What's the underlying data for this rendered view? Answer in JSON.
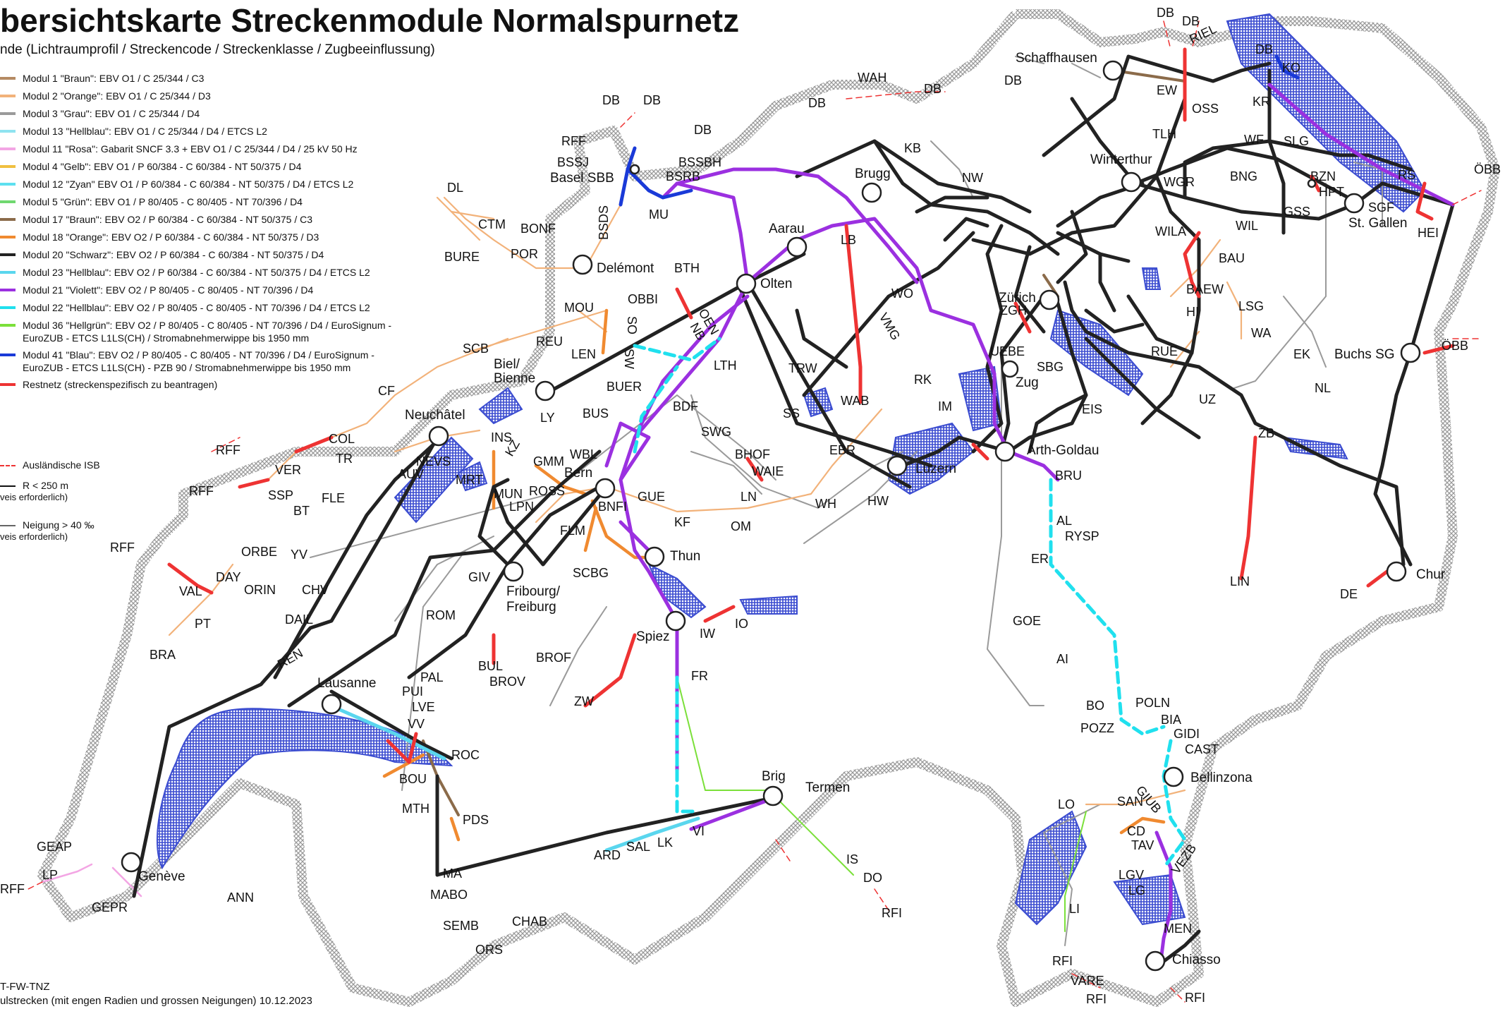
{
  "title": "bersichtskarte Streckenmodule Normalspurnetz",
  "subtitle": "nde (Lichtraumprofil / Streckencode / Streckenklasse / Zugbeeinflussung)",
  "legend": [
    {
      "label": "Modul 1 \"Braun\": EBV O1 / C 25/344 / C3",
      "color": "#b58a63"
    },
    {
      "label": "Modul 2 \"Orange\": EBV O1 / C 25/344 / D3",
      "color": "#f2b27a"
    },
    {
      "label": "Modul 3 \"Grau\": EBV O1 / C 25/344 / D4",
      "color": "#9a9a9a"
    },
    {
      "label": "Modul 13 \"Hellblau\": EBV O1 / C 25/344 / D4 / ETCS L2",
      "color": "#8fe3f0"
    },
    {
      "label": "Modul 11 \"Rosa\": Gabarit SNCF 3.3 + EBV O1 / C 25/344 / D4 / 25 kV 50 Hz",
      "color": "#f3a6e4"
    },
    {
      "label": "Modul 4 \"Gelb\": EBV O1 / P 60/384 - C 60/384 - NT 50/375 / D4",
      "color": "#f0c040"
    },
    {
      "label": "Modul 12 \"Zyan\" EBV O1 / P 60/384 - C 60/384 - NT 50/375 / D4 / ETCS L2",
      "color": "#5de0f0"
    },
    {
      "label": "Modul 5 \"Grün\": EBV O1 / P 80/405 - C 80/405 - NT 70/396 / D4",
      "color": "#70d870"
    },
    {
      "label": "Modul 17 \"Braun\": EBV O2 / P 60/384 - C 60/384 - NT 50/375 / C3",
      "color": "#8b6b4a"
    },
    {
      "label": "Modul 18 \"Orange\": EBV O2 / P 60/384 - C 60/384 - NT 50/375 / D3",
      "color": "#f08a30"
    },
    {
      "label": "Modul 20 \"Schwarz\": EBV O2 / P 60/384 - C 60/384 - NT 50/375 / D4",
      "color": "#222222"
    },
    {
      "label": "Modul 23 \"Hellblau\": EBV O2 / P 60/384 - C 60/384 - NT 50/375 / D4 / ETCS L2",
      "color": "#5ad6ee"
    },
    {
      "label": "Modul 21 \"Violett\": EBV O2 / P 80/405 - C 80/405 - NT 70/396 / D4",
      "color": "#9b30e0"
    },
    {
      "label": "Modul 22 \"Hellblau\": EBV O2 / P 80/405 - C 80/405 - NT 70/396 / D4 / ETCS L2",
      "color": "#20e0ee"
    },
    {
      "label": "Modul 36 \"Hellgrün\": EBV O2 / P 80/405 - C 80/405 - NT 70/396 / D4 / EuroSignum - EuroZUB - ETCS L1LS(CH) / Stromabnehmerwippe bis 1950 mm",
      "color": "#7be03a",
      "tall": true
    },
    {
      "label": "Modul 41 \"Blau\": EBV O2 / P 80/405 - C 80/405 - NT 70/396 / D4 / EuroSignum - EuroZUB - ETCS L1LS(CH) - PZB 90 / Stromabnehmerwippe bis 1950 mm",
      "color": "#1a3ad8",
      "tall": true
    },
    {
      "label": "Restnetz (streckenspezifisch zu beantragen)",
      "color": "#ee3333",
      "tall": true
    }
  ],
  "notes": {
    "foreign": "Ausländische ISB",
    "radius": "R < 250 m",
    "radius_sub": "veis erforderlich)",
    "slope": "Neigung > 40 ‰",
    "slope_sub": "veis erforderlich)"
  },
  "footer": {
    "line1": "T-FW-TNZ",
    "line2": "ulstrecken (mit engen Radien und grossen Neigungen) 10.12.2023"
  },
  "colors": {
    "black": "#222222",
    "violet": "#9b30e0",
    "red": "#ee3333",
    "orange": "#f08a30",
    "brown": "#8b6b4a",
    "cyan": "#20e0ee",
    "blue": "#1a3ad8",
    "green": "#7be03a",
    "grey": "#9a9a9a",
    "lightorange": "#f2b27a",
    "pink": "#f3a6e4",
    "lake": "#3b4cd0"
  },
  "map_labels": {
    "schaffhausen": "Schaffhausen",
    "db1": "DB",
    "db2": "DB",
    "riel": "RIEL",
    "db3": "DB",
    "ko": "KO",
    "db_schaff": "DB",
    "ew": "EW",
    "oss": "OSS",
    "kr": "KR",
    "tlh": "TLH",
    "wf": "WF",
    "slg": "SLG",
    "winterthur": "Winterthur",
    "wah": "WAH",
    "db_wah_l": "DB",
    "db_wah_r": "DB",
    "kb": "KB",
    "rs": "RS",
    "obb1": "ÖBB",
    "bzn": "BZN",
    "hpt": "HPT",
    "bng": "BNG",
    "wgr": "WGR",
    "nw": "NW",
    "brugg": "Brugg",
    "gss": "GSS",
    "sgf": "SGF",
    "stgallen": "St. Gallen",
    "hei": "HEI",
    "wil": "WIL",
    "wila": "WILA",
    "bau": "BAU",
    "baew": "BAEW",
    "hi": "HI",
    "lsg": "LSG",
    "wa": "WA",
    "ek": "EK",
    "nl": "NL",
    "buchs": "Buchs SG",
    "obb2": "ÖBB",
    "rue": "RUE",
    "uz": "UZ",
    "zb": "ZB",
    "lin": "LIN",
    "chur": "Chur",
    "de": "DE",
    "db_basel1": "DB",
    "db_basel2": "DB",
    "db_basel3": "DB",
    "rff_basel": "RFF",
    "bssj": "BSSJ",
    "bssbh": "BSSBH",
    "basel": "Basel SBB",
    "bsrb": "BSRB",
    "bsds": "BSDS",
    "mu": "MU",
    "dl": "DL",
    "ctm": "CTM",
    "bonf": "BONF",
    "bure": "BURE",
    "por": "POR",
    "delemont": "Delémont",
    "bth": "BTH",
    "aarau": "Aarau",
    "lb": "LB",
    "olten": "Olten",
    "obbi": "OBBI",
    "oen": "OEN",
    "nb": "NB",
    "wo": "WO",
    "vmg": "VMG",
    "zuerich": "Zürich",
    "zgh": "ZGH",
    "uebe": "UEBE",
    "sbg": "SBG",
    "zug": "Zug",
    "mou": "MOU",
    "so": "SO",
    "scb": "SCB",
    "reu": "REU",
    "len": "LEN",
    "sw": "SW",
    "biel": "Biel/",
    "bienne": "Bienne",
    "lth": "LTH",
    "trw": "TRW",
    "ss": "SS",
    "wab": "WAB",
    "rk": "RK",
    "im": "IM",
    "eis": "EIS",
    "arth": "Arth-Goldau",
    "cf": "CF",
    "buer": "BUER",
    "ly": "LY",
    "bus": "BUS",
    "bdf": "BDF",
    "swg": "SWG",
    "bhof": "BHOF",
    "waie": "WAIE",
    "ebr": "EBR",
    "luzern": "Luzern",
    "hw": "HW",
    "bru": "BRU",
    "neuchatel": "Neuchâtel",
    "col": "COL",
    "rff1": "RFF",
    "ins": "INS",
    "kz": "KZ",
    "tr": "TR",
    "nevs": "NEVS",
    "auv": "AUV",
    "ver": "VER",
    "rff2": "RFF",
    "ssp": "SSP",
    "fle": "FLE",
    "bt": "BT",
    "mrt": "MRT",
    "gmm": "GMM",
    "wbl": "WBL",
    "bern": "Bern",
    "ross": "ROSS",
    "bnfi": "BNFI",
    "mun": "MUN",
    "lpn": "LPN",
    "gue": "GUE",
    "kf": "KF",
    "ln": "LN",
    "om": "OM",
    "wh": "WH",
    "al": "AL",
    "rysp": "RYSP",
    "er": "ER",
    "flm": "FLM",
    "scbg": "SCBG",
    "thun": "Thun",
    "rff3": "RFF",
    "orbe": "ORBE",
    "yv": "YV",
    "day": "DAY",
    "val": "VAL",
    "orin": "ORIN",
    "chv": "CHV",
    "giv": "GIV",
    "fribourg": "Fribourg/",
    "freiburg": "Freiburg",
    "pt": "PT",
    "dail": "DAIL",
    "rom": "ROM",
    "goe": "GOE",
    "bra": "BRA",
    "iw": "IW",
    "io": "IO",
    "spiez": "Spiez",
    "brof": "BROF",
    "bul": "BUL",
    "brov": "BROV",
    "ai": "AI",
    "ren": "REN",
    "lausanne": "Lausanne",
    "pal": "PAL",
    "pui": "PUI",
    "fr": "FR",
    "zw": "ZW",
    "lve": "LVE",
    "vv": "VV",
    "bo": "BO",
    "poln": "POLN",
    "bia": "BIA",
    "pozz": "POZZ",
    "gidi": "GIDI",
    "cast": "CAST",
    "roc": "ROC",
    "bou": "BOU",
    "bellinzona": "Bellinzona",
    "brig": "Brig",
    "termen": "Termen",
    "mth": "MTH",
    "pds": "PDS",
    "giub": "GIUB",
    "san": "SAN",
    "lo": "LO",
    "cd": "CD",
    "vi": "VI",
    "lk": "LK",
    "sal": "SAL",
    "ard": "ARD",
    "tav": "TAV",
    "geap": "GEAP",
    "is": "IS",
    "vezb": "VEZB",
    "lp": "LP",
    "geneve": "Genève",
    "ma": "MA",
    "do": "DO",
    "lgv": "LGV",
    "rff4": "RFF",
    "ann": "ANN",
    "lg": "LG",
    "gepr": "GEPR",
    "mabo": "MABO",
    "chab": "CHAB",
    "rfi1": "RFI",
    "li": "LI",
    "semb": "SEMB",
    "men": "MEN",
    "ors": "ORS",
    "rfi2": "RFI",
    "chiasso": "Chiasso",
    "vare": "VARE",
    "rfi3": "RFI",
    "rfi4": "RFI"
  }
}
